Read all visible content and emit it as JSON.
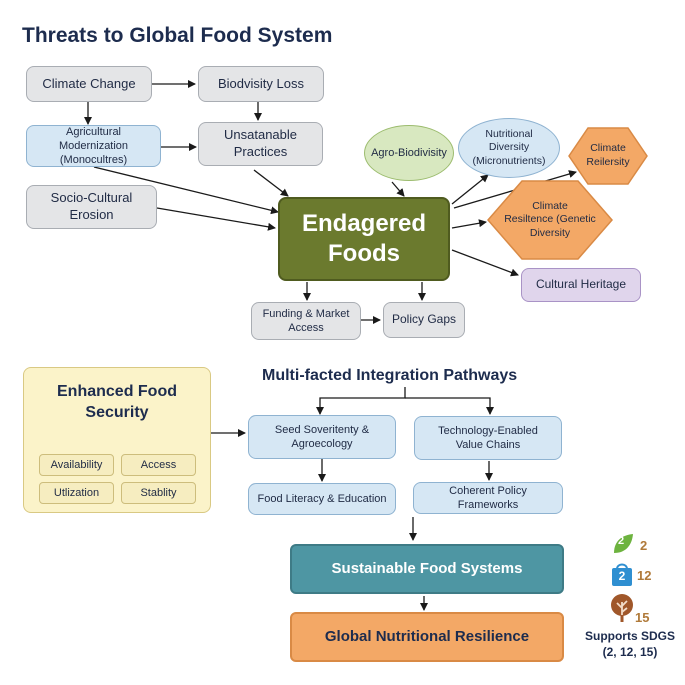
{
  "title": "Threats to Global Food System",
  "threats": {
    "climate_change": "Climate Change",
    "biodiversity_loss": "Biodvisity Loss",
    "agri_modernization": "Agricultural Modernization\n(Monocultres)",
    "unsustainable_practices": "Unsatanable\nPractices",
    "socio_cultural": "Socio-Cultural\nErosion"
  },
  "center": "Endagered\nFoods",
  "outcomes": {
    "agro_biodiversity": "Agro-Biodivisity",
    "nutritional_diversity": "Nutritional Diversity\n(Micronutrients)",
    "climate_resiliency": "Climate\nReilersity",
    "climate_resilience_genetic": "Climate\nResiltence (Genetic\nDiversity",
    "cultural_heritage": "Cultural Heritage"
  },
  "barriers": {
    "funding": "Funding & Market\nAccess",
    "policy_gaps": "Policy Gaps"
  },
  "security": {
    "title": "Enhanced Food\nSecurity",
    "pillars": [
      "Availability",
      "Access",
      "Utlization",
      "Stablity"
    ]
  },
  "pathways": {
    "title": "Multi-facted Integration Pathways",
    "seed": "Seed Soveritenty &\nAgroecology",
    "technology": "Technology-Enabled\nValue Chains",
    "literacy": "Food Literacy & Education",
    "policy": "Coherent Policy Frameworks"
  },
  "sustainable": "Sustainable Food Systems",
  "global": "Global Nutritional Resilience",
  "sdg": {
    "numbers": [
      "2",
      "12",
      "15"
    ],
    "icon_labels": [
      "2",
      "2"
    ],
    "caption": "Supports SDGS\n(2, 12, 15)",
    "colors": {
      "sdg2": "#6db33f",
      "sdg12": "#2f8fd1",
      "sdg15": "#a0572a"
    }
  }
}
